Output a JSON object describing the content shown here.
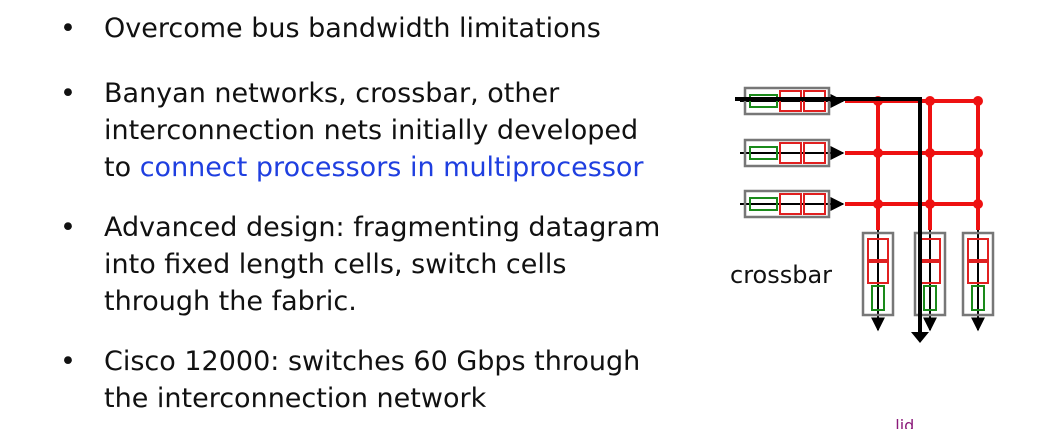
{
  "bullets": [
    {
      "text": "Overcome bus bandwidth limitations"
    },
    {
      "line1": "Banyan networks, crossbar, other",
      "line2": "interconnection nets initially developed",
      "line3_prefix": "to ",
      "line3_accent": "connect processors in multiprocessor"
    },
    {
      "line1": "Advanced design: fragmenting datagram",
      "line2": "into fixed length cells, switch cells",
      "line3": "through the fabric."
    },
    {
      "line1": "Cisco 12000: switches 60 Gbps through",
      "line2": "the interconnection network"
    }
  ],
  "bullet_glyph": "•",
  "diagram": {
    "label": "crossbar",
    "colors": {
      "grid": "#ee1111",
      "path": "#000000",
      "queue_border": "#777777",
      "cell_green": "#1a8a1a",
      "cell_red": "#e02020"
    },
    "inputs": 3,
    "outputs": 3
  },
  "footer_text": "...lid... ...."
}
